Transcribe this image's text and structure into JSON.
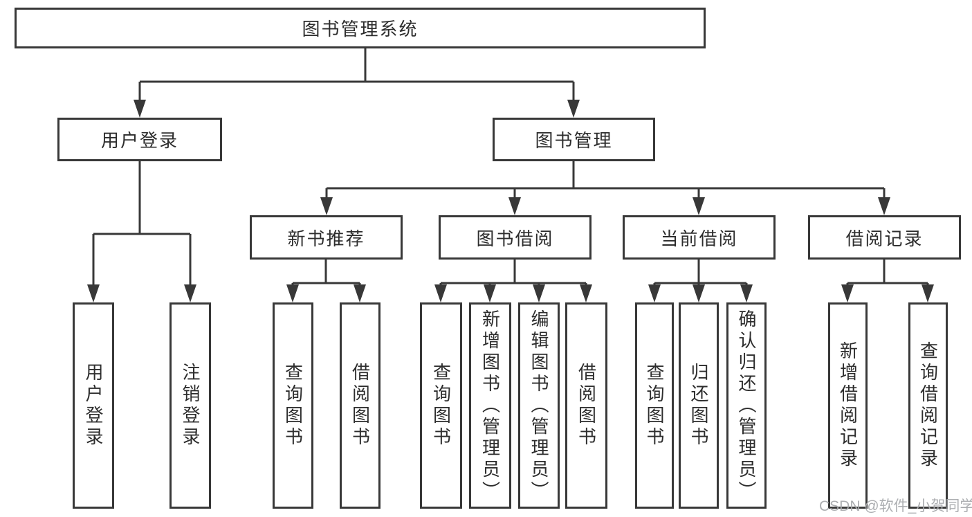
{
  "tree": {
    "root": {
      "label": "图书管理系统",
      "children": [
        {
          "label": "用户登录",
          "children": [
            {
              "label": "用户登录"
            },
            {
              "label": "注销登录"
            }
          ]
        },
        {
          "label": "图书管理",
          "children": [
            {
              "label": "新书推荐",
              "children": [
                {
                  "label": "查询图书"
                },
                {
                  "label": "借阅图书"
                }
              ]
            },
            {
              "label": "图书借阅",
              "children": [
                {
                  "label": "查询图书"
                },
                {
                  "label": "新增图书（管理员）"
                },
                {
                  "label": "编辑图书（管理员）"
                },
                {
                  "label": "借阅图书"
                }
              ]
            },
            {
              "label": "当前借阅",
              "children": [
                {
                  "label": "查询图书"
                },
                {
                  "label": "归还图书"
                },
                {
                  "label": "确认归还（管理员）"
                }
              ]
            },
            {
              "label": "借阅记录",
              "children": [
                {
                  "label": "新增借阅记录"
                },
                {
                  "label": "查询借阅记录"
                }
              ]
            }
          ]
        }
      ]
    }
  },
  "watermark": {
    "text": "CSDN @软件_小贺同学"
  },
  "colors": {
    "line": "#383838",
    "text": "#2d2d2d",
    "background": "#ffffff",
    "watermark": "#a8aaad"
  }
}
